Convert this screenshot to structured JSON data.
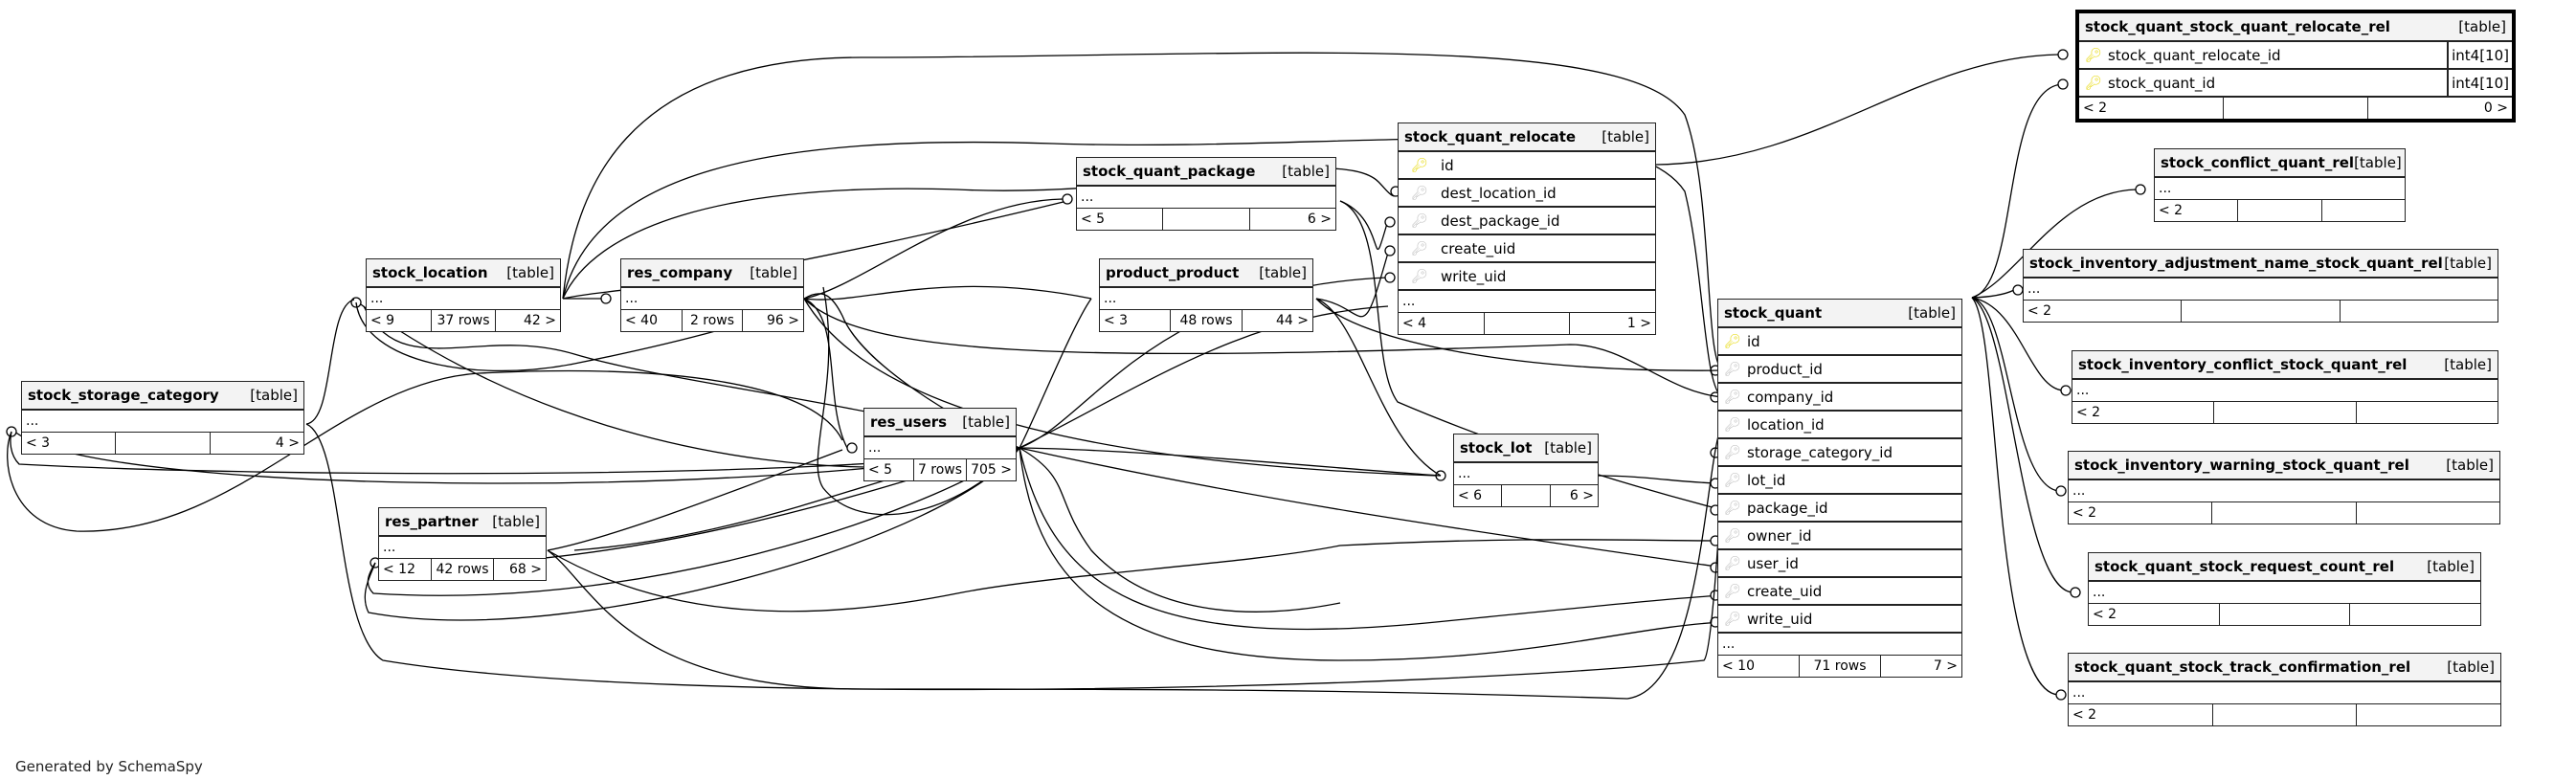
{
  "footer": "Generated by SchemaSpy",
  "type_label": "[table]",
  "more_label": "...",
  "tables": {
    "sqsqrr": {
      "name": "stock_quant_stock_quant_relocate_rel",
      "columns": [
        {
          "name": "stock_quant_relocate_id",
          "type": "int4[10]",
          "key": "pk"
        },
        {
          "name": "stock_quant_id",
          "type": "int4[10]",
          "key": "pk"
        }
      ],
      "parents": "< 2",
      "rows": "",
      "children": "0 >"
    },
    "sqr": {
      "name": "stock_quant_relocate",
      "columns": [
        {
          "name": "id",
          "key": "pk"
        },
        {
          "name": "dest_location_id",
          "key": "fk"
        },
        {
          "name": "dest_package_id",
          "key": "fk"
        },
        {
          "name": "create_uid",
          "key": "fk"
        },
        {
          "name": "write_uid",
          "key": "fk"
        }
      ],
      "parents": "< 4",
      "rows": "",
      "children": "1 >"
    },
    "sqp": {
      "name": "stock_quant_package",
      "parents": "< 5",
      "rows": "",
      "children": "6 >"
    },
    "pp": {
      "name": "product_product",
      "parents": "< 3",
      "rows": "48 rows",
      "children": "44 >"
    },
    "sl": {
      "name": "stock_location",
      "parents": "< 9",
      "rows": "37 rows",
      "children": "42 >"
    },
    "rc": {
      "name": "res_company",
      "parents": "< 40",
      "rows": "2 rows",
      "children": "96 >"
    },
    "ssc": {
      "name": "stock_storage_category",
      "parents": "< 3",
      "rows": "",
      "children": "4 >"
    },
    "ru": {
      "name": "res_users",
      "parents": "< 5",
      "rows": "7 rows",
      "children": "705 >"
    },
    "rp": {
      "name": "res_partner",
      "parents": "< 12",
      "rows": "42 rows",
      "children": "68 >"
    },
    "slot": {
      "name": "stock_lot",
      "parents": "< 6",
      "rows": "",
      "children": "6 >"
    },
    "sq": {
      "name": "stock_quant",
      "columns": [
        {
          "name": "id",
          "key": "pk"
        },
        {
          "name": "product_id",
          "key": "fk"
        },
        {
          "name": "company_id",
          "key": "fk"
        },
        {
          "name": "location_id",
          "key": "fk"
        },
        {
          "name": "storage_category_id",
          "key": "fk"
        },
        {
          "name": "lot_id",
          "key": "fk"
        },
        {
          "name": "package_id",
          "key": "fk"
        },
        {
          "name": "owner_id",
          "key": "fk"
        },
        {
          "name": "user_id",
          "key": "fk"
        },
        {
          "name": "create_uid",
          "key": "fk"
        },
        {
          "name": "write_uid",
          "key": "fk"
        }
      ],
      "parents": "< 10",
      "rows": "71 rows",
      "children": "7 >"
    },
    "scqr": {
      "name": "stock_conflict_quant_rel",
      "parents": "< 2",
      "rows": "",
      "children": ""
    },
    "siansqr": {
      "name": "stock_inventory_adjustment_name_stock_quant_rel",
      "parents": "< 2",
      "rows": "",
      "children": ""
    },
    "sicsqr": {
      "name": "stock_inventory_conflict_stock_quant_rel",
      "parents": "< 2",
      "rows": "",
      "children": ""
    },
    "siwsqr": {
      "name": "stock_inventory_warning_stock_quant_rel",
      "parents": "< 2",
      "rows": "",
      "children": ""
    },
    "sqsrcr": {
      "name": "stock_quant_stock_request_count_rel",
      "parents": "< 2",
      "rows": "",
      "children": ""
    },
    "sqstcr": {
      "name": "stock_quant_stock_track_confirmation_rel",
      "parents": "< 2",
      "rows": "",
      "children": ""
    }
  }
}
